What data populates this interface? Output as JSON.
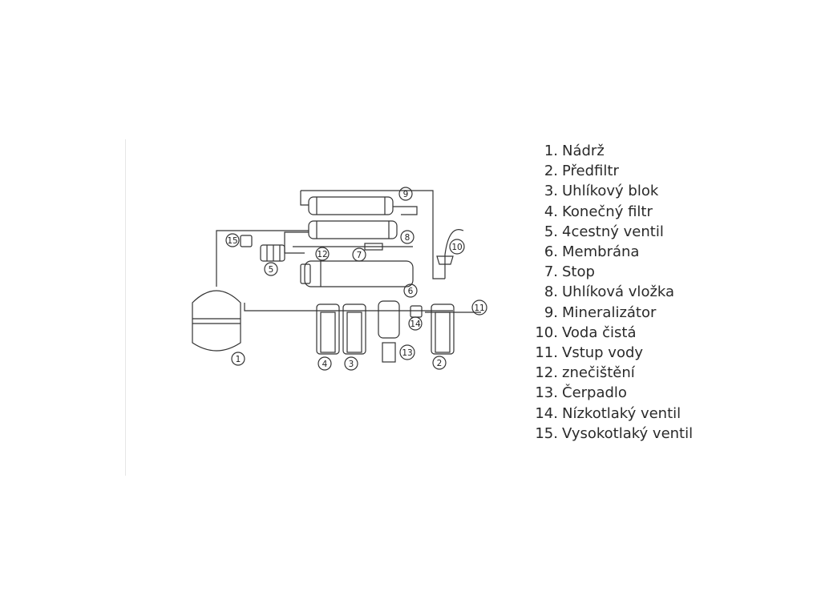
{
  "diagram": {
    "callouts": [
      "1",
      "2",
      "3",
      "4",
      "5",
      "6",
      "7",
      "8",
      "9",
      "10",
      "11",
      "12",
      "13",
      "14",
      "15"
    ]
  },
  "legend": {
    "items": [
      {
        "number": "1.",
        "label": "Nádrž"
      },
      {
        "number": "2.",
        "label": "Předfiltr"
      },
      {
        "number": "3.",
        "label": "Uhlíkový blok"
      },
      {
        "number": "4.",
        "label": "Konečný filtr"
      },
      {
        "number": "5.",
        "label": "4cestný ventil"
      },
      {
        "number": "6.",
        "label": "Membrána"
      },
      {
        "number": "7.",
        "label": "Stop"
      },
      {
        "number": "8.",
        "label": "Uhlíková vložka"
      },
      {
        "number": "9.",
        "label": "Mineralizátor"
      },
      {
        "number": "10.",
        "label": "Voda čistá"
      },
      {
        "number": "11.",
        "label": "Vstup vody"
      },
      {
        "number": "12.",
        "label": "znečištění"
      },
      {
        "number": "13.",
        "label": "Čerpadlo"
      },
      {
        "number": "14.",
        "label": "Nízkotlaký ventil"
      },
      {
        "number": "15.",
        "label": "Vysokotlaký ventil"
      }
    ]
  },
  "colors": {
    "line": "#333333",
    "text": "#2a2a2a",
    "background": "#ffffff"
  }
}
